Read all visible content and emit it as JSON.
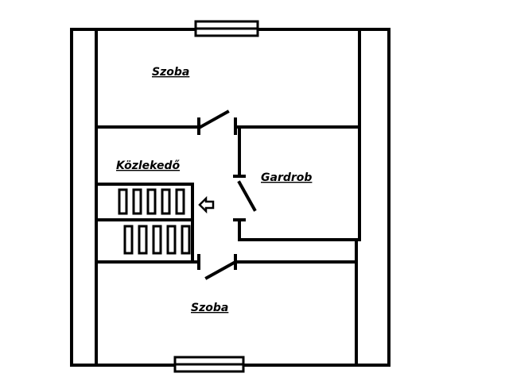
{
  "plan": {
    "line_color": "#000000",
    "background": "#ffffff",
    "rooms": [
      {
        "id": "top-room",
        "label": "Szoba"
      },
      {
        "id": "corridor",
        "label": "Közlekedő"
      },
      {
        "id": "wardrobe",
        "label": "Gardrob"
      },
      {
        "id": "bottom-room",
        "label": "Szoba"
      }
    ],
    "stair_arrow_icon": "arrow-left-icon"
  }
}
